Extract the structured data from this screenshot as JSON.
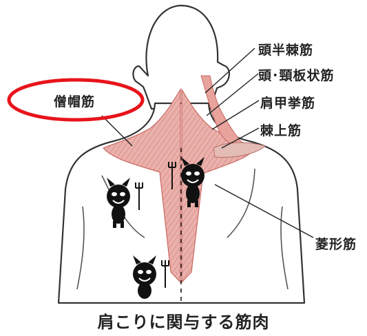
{
  "labels": {
    "trapezius": "僧帽筋",
    "semispinalis_capitis": "頭半棘筋",
    "splenius": "頭･頸板状筋",
    "levator_scapulae": "肩甲挙筋",
    "supraspinatus": "棘上筋",
    "rhomboid": "菱形筋"
  },
  "caption": "肩こりに関与する筋肉",
  "colors": {
    "highlight_ellipse": "#e8141b",
    "muscle_fill": "#e8a6a1",
    "muscle_stroke": "#c9665f",
    "body_outline": "#333333",
    "devil": "#111111"
  },
  "icons": [
    "devil-icon",
    "devil-icon",
    "devil-icon",
    "devil-icon"
  ]
}
